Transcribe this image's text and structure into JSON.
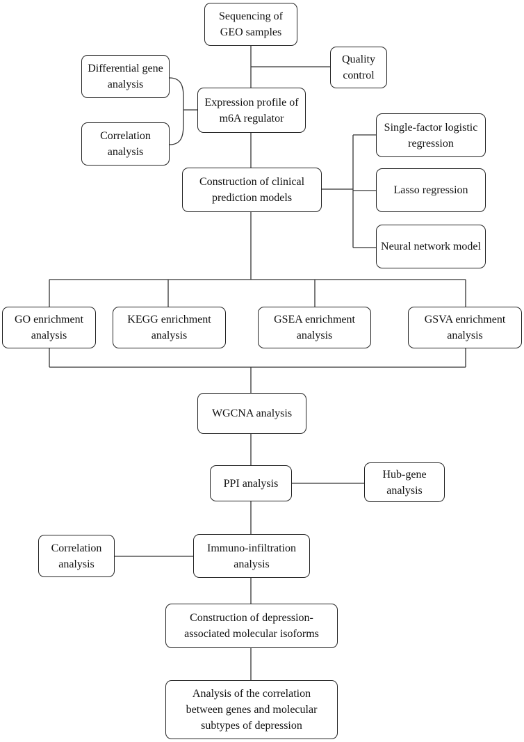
{
  "nodes": {
    "sequencing": "Sequencing of GEO samples",
    "quality_control": "Quality control",
    "differential": "Differential gene analysis",
    "expression_profile": "Expression profile of m6A regulator",
    "correlation_top": "Correlation analysis",
    "single_factor": "Single-factor logistic regression",
    "construction_models": "Construction of clinical prediction models",
    "lasso": "Lasso regression",
    "neural_network": "Neural network model",
    "go": "GO enrichment analysis",
    "kegg": "KEGG enrichment analysis",
    "gsea": "GSEA enrichment analysis",
    "gsva": "GSVA enrichment analysis",
    "wgcna": "WGCNA analysis",
    "ppi": "PPI analysis",
    "hub_gene": "Hub-gene analysis",
    "correlation_bottom": "Correlation analysis",
    "immuno": "Immuno-infiltration analysis",
    "isoforms": "Construction of depression-associated molecular isoforms",
    "final_analysis": "Analysis of the correlation between genes and molecular subtypes of depression"
  }
}
